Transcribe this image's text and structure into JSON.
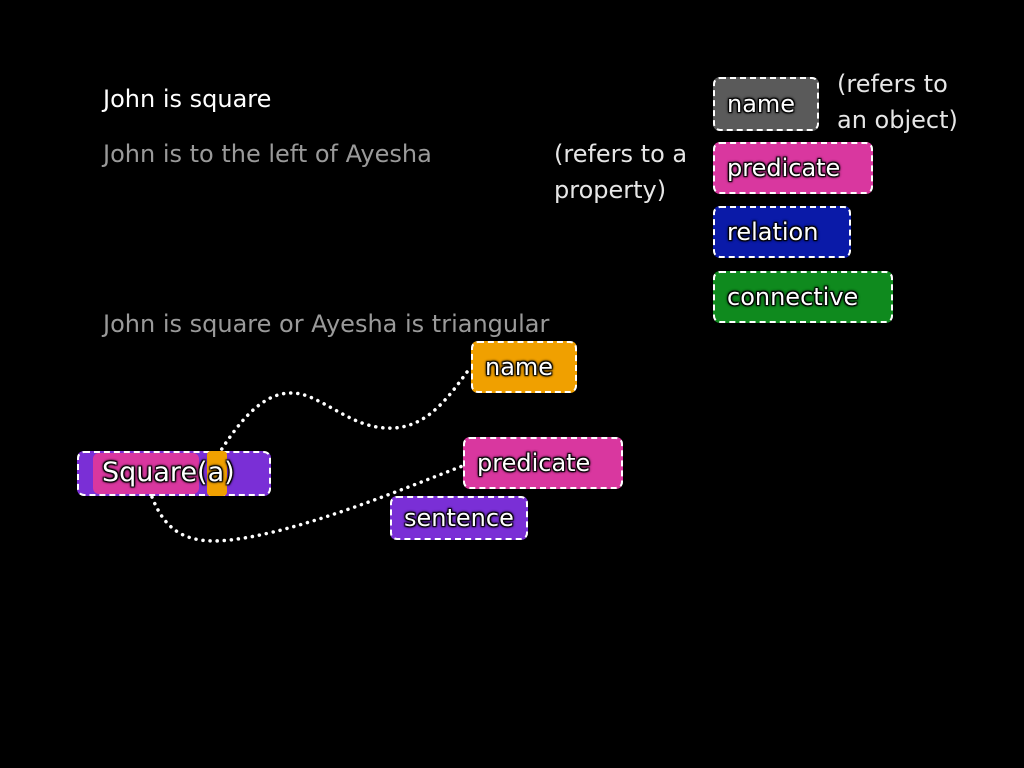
{
  "sentences": {
    "first": "John is square",
    "second": "John is to the left of Ayesha",
    "third": "John is square or Ayesha is triangular"
  },
  "notes": {
    "object_line1": "(refers to",
    "object_line2": "an object)",
    "property_line1": "(refers to a",
    "property_line2": "property)"
  },
  "legend": {
    "name": "name",
    "predicate": "predicate",
    "relation": "relation",
    "connective": "connective"
  },
  "formula": {
    "text": "Square(a)"
  },
  "annotations": {
    "name": "name",
    "predicate": "predicate",
    "sentence": "sentence"
  },
  "colors": {
    "background": "#000000",
    "name_legend": "#5a5a5a",
    "name_annotation": "#f0a000",
    "predicate": "#d9379f",
    "relation": "#0a1aa8",
    "connective": "#0f8a1e",
    "sentence": "#7a2fd6",
    "dim_text": "#9a9a9a"
  }
}
